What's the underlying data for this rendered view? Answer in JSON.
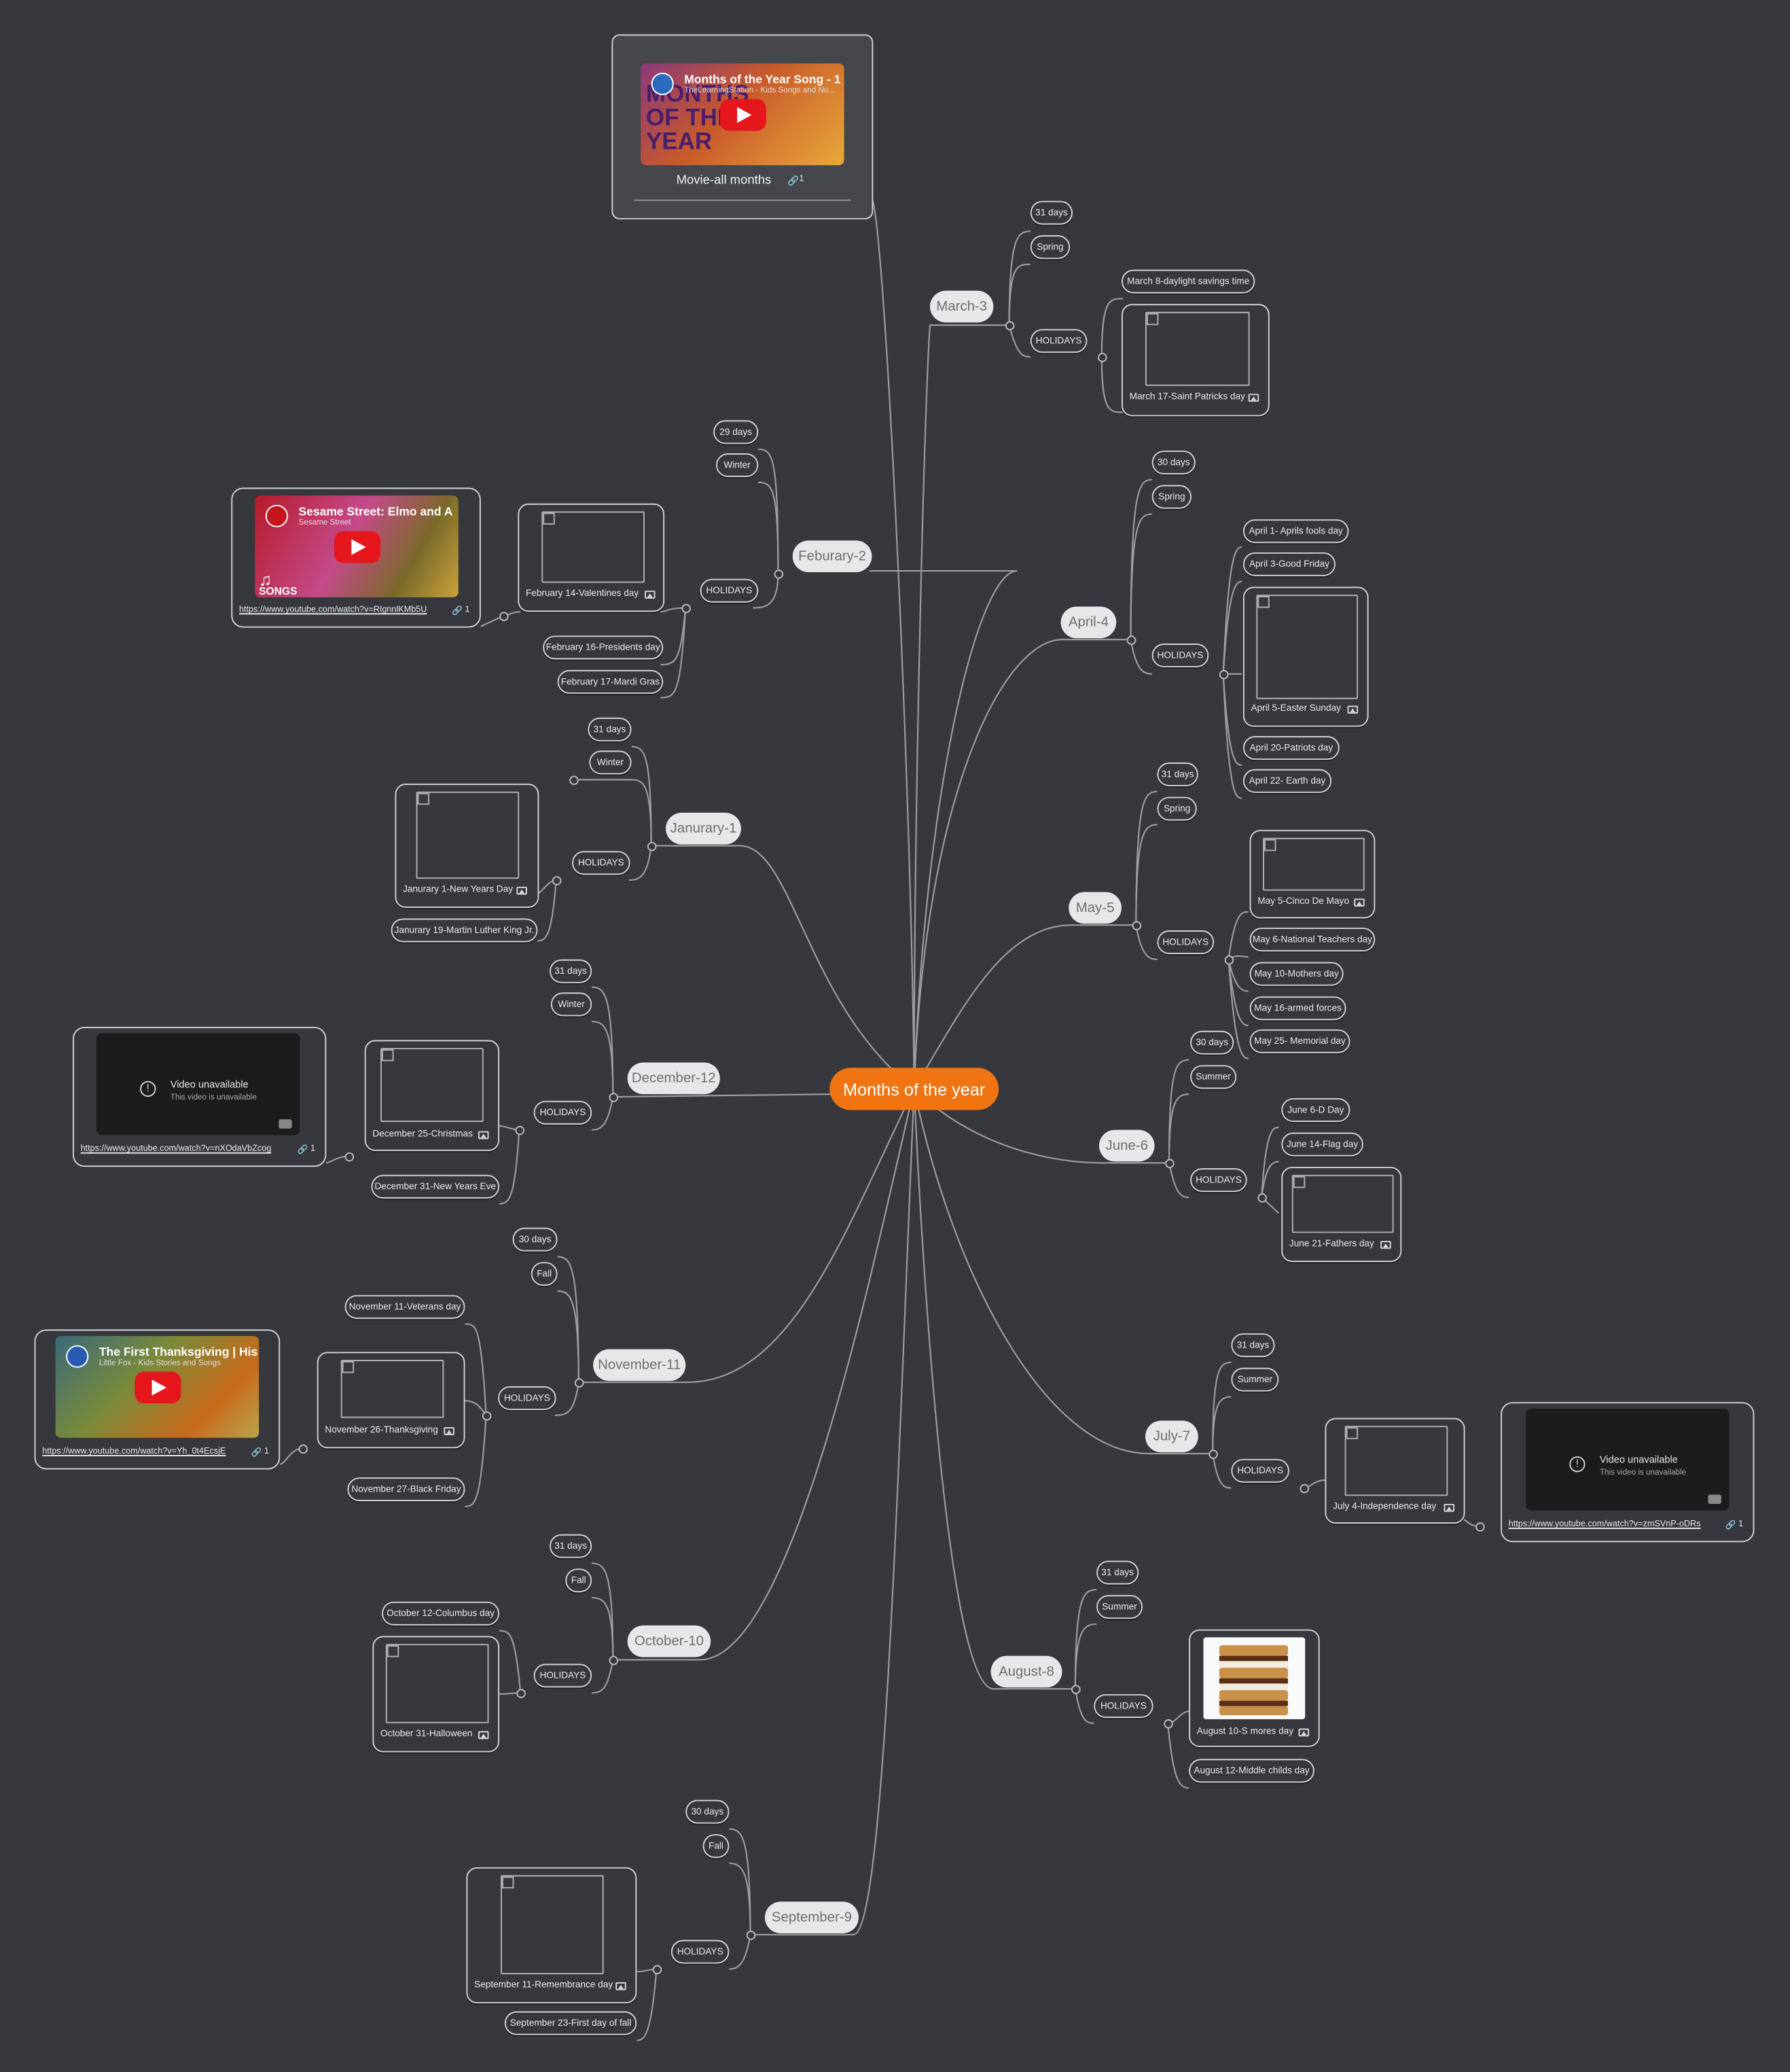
{
  "root": {
    "label": "Months of the year"
  },
  "movie": {
    "video_title": "Months of the Year Song - 1",
    "video_channel": "TheLearningStation - Kids Songs and Nu...",
    "thumb_text": "MONTHS OF THE YEAR",
    "caption": "Movie-all months",
    "link_count": "1"
  },
  "months": {
    "jan": {
      "label": "Janurary-1",
      "days": "31 days",
      "season": "Winter",
      "holidays": "HOLIDAYS",
      "h1": "Janurary 1-New Years Day",
      "h2": "Janurary 19-Martin Luther King Jr."
    },
    "feb": {
      "label": "Feburary-2",
      "days": "29 days",
      "season": "Winter",
      "holidays": "HOLIDAYS",
      "h1": "February 14-Valentines day",
      "h2": "February 16-Presidents day",
      "h3": "February 17-Mardi Gras",
      "video_title": "Sesame Street: Elmo and A",
      "video_channel": "Sesame Street",
      "thumb_text": "SONGS",
      "url": "https://www.youtube.com/watch?v=RIgnnlKMb5U",
      "link_count": "1"
    },
    "mar": {
      "label": "March-3",
      "days": "31 days",
      "season": "Spring",
      "holidays": "HOLIDAYS",
      "h1": "March 8-daylight savings time",
      "h2": "March 17-Saint Patricks day"
    },
    "apr": {
      "label": "April-4",
      "days": "30 days",
      "season": "Spring",
      "holidays": "HOLIDAYS",
      "h1": "April 1- Aprils fools day",
      "h2": "April 3-Good Friday",
      "h3": "April 5-Easter Sunday",
      "h4": "April 20-Patriots day",
      "h5": "April 22- Earth day"
    },
    "may": {
      "label": "May-5",
      "days": "31 days",
      "season": "Spring",
      "holidays": "HOLIDAYS",
      "h1": "May 5-Cinco De Mayo",
      "h2": "May 6-National Teachers day",
      "h3": "May 10-Mothers day",
      "h4": "May 16-armed forces",
      "h5": "May 25- Memorial day"
    },
    "jun": {
      "label": "June-6",
      "days": "30 days",
      "season": "Summer",
      "holidays": "HOLIDAYS",
      "h1": "June 6-D Day",
      "h2": "June 14-Flag day",
      "h3": "June 21-Fathers day"
    },
    "jul": {
      "label": "July-7",
      "days": "31 days",
      "season": "Summer",
      "holidays": "HOLIDAYS",
      "h1": "July 4-Independence day",
      "video_unavailable": "Video unavailable",
      "video_unavailable_sub": "This video is unavailable",
      "url": "https://www.youtube.com/watch?v=zmSVnP-oDRs",
      "link_count": "1"
    },
    "aug": {
      "label": "August-8",
      "days": "31 days",
      "season": "Summer",
      "holidays": "HOLIDAYS",
      "h1": "August 10-S mores day",
      "h2": "August 12-Middle childs day"
    },
    "sep": {
      "label": "September-9",
      "days": "30 days",
      "season": "Fall",
      "holidays": "HOLIDAYS",
      "h1": "September 11-Remembrance day",
      "h2": "September 23-First day of fall"
    },
    "oct": {
      "label": "October-10",
      "days": "31 days",
      "season": "Fall",
      "holidays": "HOLIDAYS",
      "h1": "October 12-Columbus day",
      "h2": "October 31-Halloween"
    },
    "nov": {
      "label": "November-11",
      "days": "30 days",
      "season": "Fall",
      "holidays": "HOLIDAYS",
      "h1": "November 11-Veterans day",
      "h2": "November 26-Thanksgiving",
      "h3": "November 27-Black Friday",
      "video_title": "The First Thanksgiving | His",
      "video_channel": "Little Fox - Kids Stories and Songs",
      "url": "https://www.youtube.com/watch?v=Yh_0t4EcsjE",
      "link_count": "1"
    },
    "dec": {
      "label": "December-12",
      "days": "31 days",
      "season": "Winter",
      "holidays": "HOLIDAYS",
      "h1": "December 25-Christmas",
      "h2": "December 31-New Years Eve",
      "video_unavailable": "Video unavailable",
      "video_unavailable_sub": "This video is unavailable",
      "url": "https://www.youtube.com/watch?v=nXOdaVbZcog",
      "link_count": "1"
    }
  },
  "colors": {
    "background": "#36383d",
    "root": "#f07412",
    "month": "#e6e7e9",
    "border": "#cfd1d4",
    "line": "#9c9ea2"
  },
  "icons": [
    "image-icon",
    "link-icon",
    "play-icon",
    "alert-icon",
    "broken-image-icon"
  ]
}
